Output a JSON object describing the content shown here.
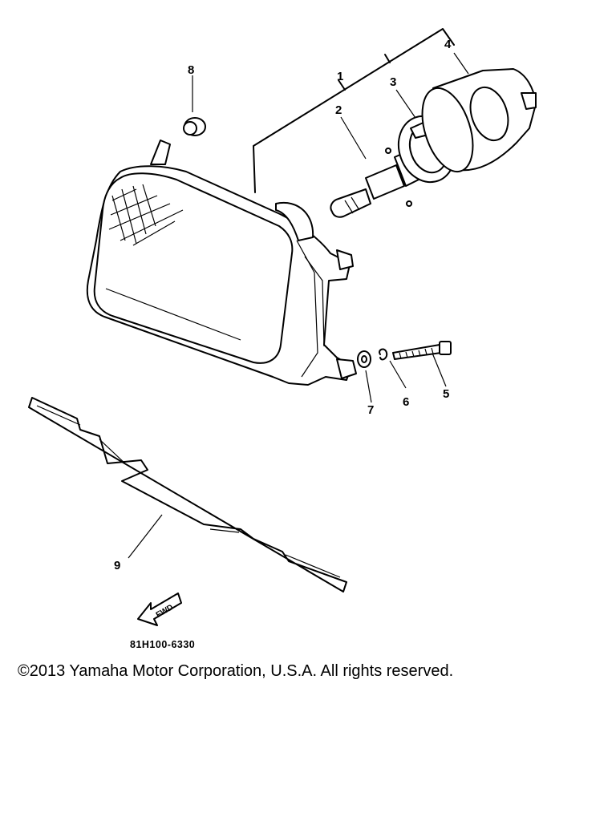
{
  "callouts": {
    "c1": "1",
    "c2": "2",
    "c3": "3",
    "c4": "4",
    "c5": "5",
    "c6": "6",
    "c7": "7",
    "c8": "8",
    "c9": "9"
  },
  "fwd_label": "FWD",
  "diagram_code": "81H100-6330",
  "copyright": "©2013 Yamaha Motor Corporation, U.S.A. All rights reserved."
}
